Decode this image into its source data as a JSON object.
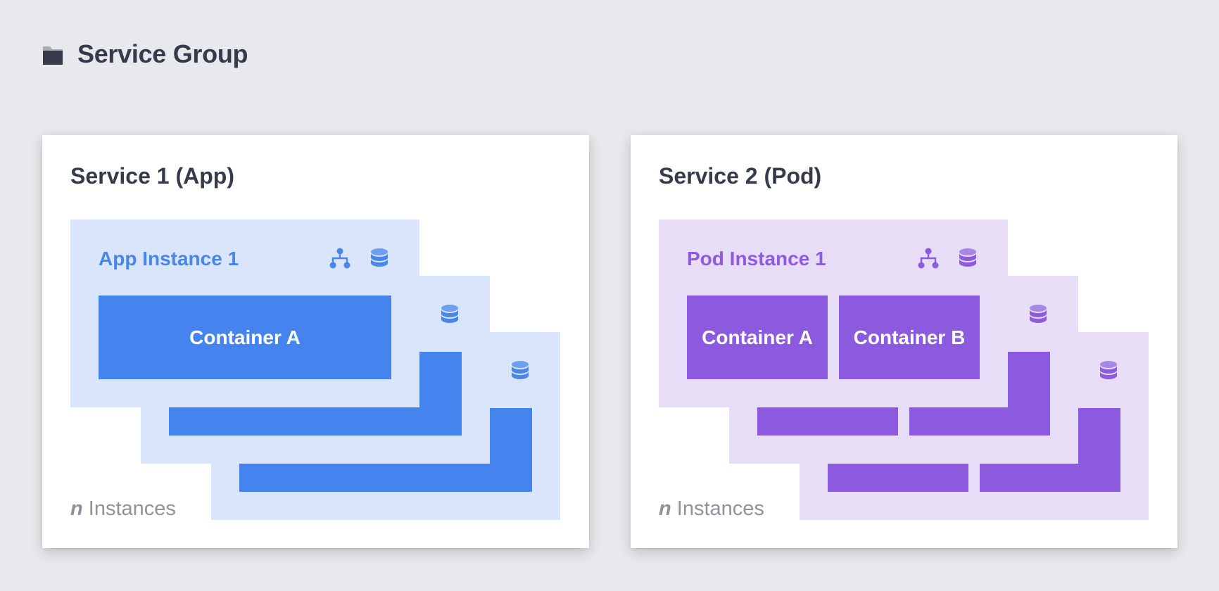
{
  "header": {
    "icon": "folder-icon",
    "title": "Service Group"
  },
  "colors": {
    "background": "#e8e9ec",
    "app_tint": "#d8e5fb",
    "app_accent": "#4584ee",
    "pod_tint": "#e7ddf7",
    "pod_accent": "#8c5adf",
    "text_dark": "#353b4b",
    "text_muted": "#8f929c"
  },
  "services": [
    {
      "title": "Service 1 (App)",
      "instance_title": "App Instance 1",
      "containers": [
        "Container A"
      ],
      "count_prefix": "n",
      "count_label": "Instances",
      "icons": [
        "network-icon",
        "database-icon"
      ]
    },
    {
      "title": "Service 2 (Pod)",
      "instance_title": "Pod Instance 1",
      "containers": [
        "Container A",
        "Container B"
      ],
      "count_prefix": "n",
      "count_label": "Instances",
      "icons": [
        "network-icon",
        "database-icon"
      ]
    }
  ]
}
